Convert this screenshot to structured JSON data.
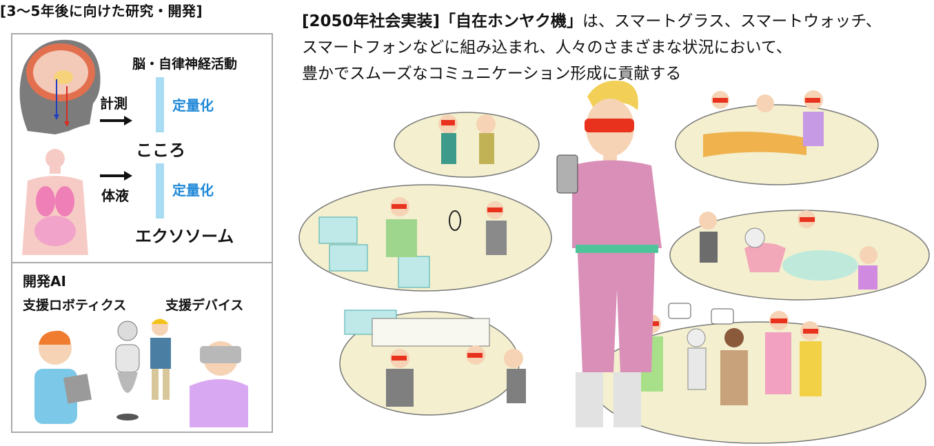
{
  "left_panel": {
    "heading": "[3～5年後に向けた研究・開発]",
    "brain_label": "脳・自律神経活動",
    "measure_label": "計測",
    "quantify_1": "定量化",
    "kokoro_label": "こころ",
    "body_fluid_label": "体液",
    "quantify_2": "定量化",
    "exosome_label": "エクソソーム",
    "dev_ai_label": "開発AI",
    "support_robotics_label": "支援ロボティクス",
    "support_device_label": "支援デバイス"
  },
  "right_panel": {
    "bracket_label": "[2050年社会実装]",
    "device_name": "「自在ホンヤク機」",
    "line1_rest": "は、スマートグラス、スマートウォッチ、",
    "line2": "スマートフォンなどに組み込まれ、人々のさまざまな状況において、",
    "line3": "豊かでスムーズなコミュニケーション形成に貢献する"
  },
  "colors": {
    "accent_blue": "#1e88d8",
    "frame_gray": "#a9a9a9",
    "scene_fill": "#f3efcf",
    "glasses_red": "#e8321e",
    "suit_pink": "#d98fb8",
    "suit_green": "#4fc49a"
  },
  "icons": [
    "brain-icon",
    "body-icon",
    "arrow-right-icon",
    "smart-glasses-icon",
    "smartphone-icon",
    "robot-icon",
    "vr-headset-icon",
    "tablet-icon"
  ]
}
